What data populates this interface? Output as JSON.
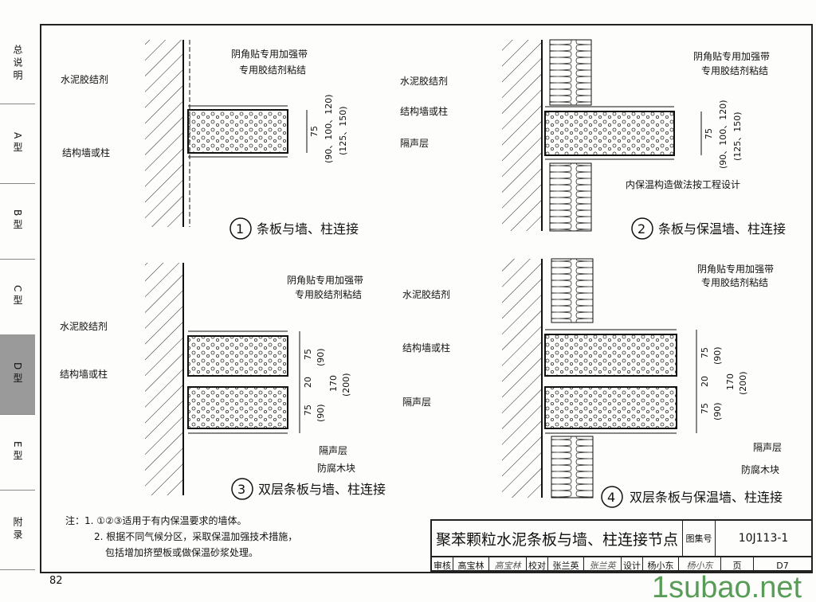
{
  "sidebar": {
    "tabs": [
      {
        "label": "总说明"
      },
      {
        "label": "A型"
      },
      {
        "label": "B型"
      },
      {
        "label": "C型"
      },
      {
        "label": "D型"
      },
      {
        "label": "E型"
      },
      {
        "label": "附录"
      }
    ],
    "active": "D型"
  },
  "details": {
    "d1": {
      "num": "1",
      "title": "条板与墙、柱连接",
      "labels": [
        "阴角贴专用加强带",
        "专用胶结剂粘结",
        "水泥胶结剂",
        "结构墙或柱"
      ],
      "dims": [
        "75",
        "(90、100、120)",
        "(125、150)"
      ]
    },
    "d2": {
      "num": "2",
      "title": "条板与保温墙、柱连接",
      "labels": [
        "阴角贴专用加强带",
        "专用胶结剂粘结",
        "水泥胶结剂",
        "结构墙或柱",
        "隔声层",
        "内保温构造做法按工程设计"
      ],
      "dims": [
        "75",
        "(90、100、120)",
        "(125、150)"
      ]
    },
    "d3": {
      "num": "3",
      "title": "双层条板与墙、柱连接",
      "labels": [
        "阴角贴专用加强带",
        "专用胶结剂粘结",
        "水泥胶结剂",
        "结构墙或柱",
        "隔声层",
        "防腐木块"
      ],
      "dims": [
        "75",
        "(90)",
        "20",
        "75",
        "(90)",
        "170",
        "(200)"
      ]
    },
    "d4": {
      "num": "4",
      "title": "双层条板与保温墙、柱连接",
      "labels": [
        "阴角贴专用加强带",
        "专用胶结剂粘结",
        "水泥胶结剂",
        "结构墙或柱",
        "隔声层",
        "隔声层",
        "防腐木块"
      ],
      "dims": [
        "75",
        "(90)",
        "20",
        "75",
        "(90)",
        "170",
        "(200)"
      ]
    }
  },
  "notes": [
    "注：1. ①②③适用于有内保温要求的墙体。",
    "2. 根据不同气候分区，采取保温加强技术措施，",
    "包括增加挤塑板或做保温砂浆处理。"
  ],
  "title_block": {
    "title": "聚苯颗粒水泥条板与墙、柱连接节点",
    "atlas_label": "图集号",
    "atlas_no": "10J113-1",
    "review_label": "审核",
    "reviewer": "高宝林",
    "reviewer_sig": "高宝林",
    "check_label": "校对",
    "checker": "张兰英",
    "checker_sig": "张兰英",
    "design_label": "设计",
    "designer": "杨小东",
    "designer_sig": "杨小东",
    "page_label": "页",
    "page": "D7"
  },
  "page_number": "82",
  "watermark": "1subao.net"
}
